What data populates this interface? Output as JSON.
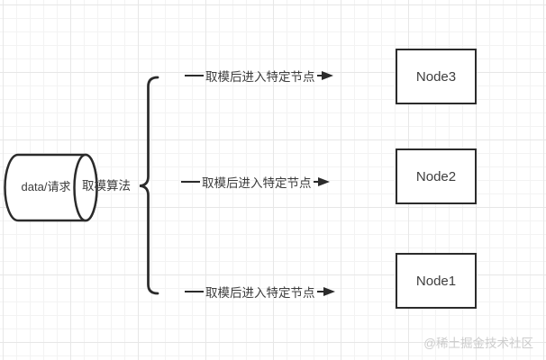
{
  "diagram": {
    "source": {
      "shape": "horizontal-cylinder",
      "label": "data/请求"
    },
    "algorithm_label": "取模算法",
    "branches": [
      {
        "label": "取模后进入特定节点",
        "target": "Node3"
      },
      {
        "label": "取模后进入特定节点",
        "target": "Node2"
      },
      {
        "label": "取模后进入特定节点",
        "target": "Node1"
      }
    ],
    "nodes": [
      {
        "label": "Node3"
      },
      {
        "label": "Node2"
      },
      {
        "label": "Node1"
      }
    ],
    "watermark": "@稀土掘金技术社区",
    "colors": {
      "stroke": "#2b2b2b",
      "text": "#3c3c3c",
      "background": "#ffffff",
      "grid_minor": "#f3f3f3",
      "grid_major": "#e7e7e7",
      "watermark": "#cccccc"
    }
  }
}
